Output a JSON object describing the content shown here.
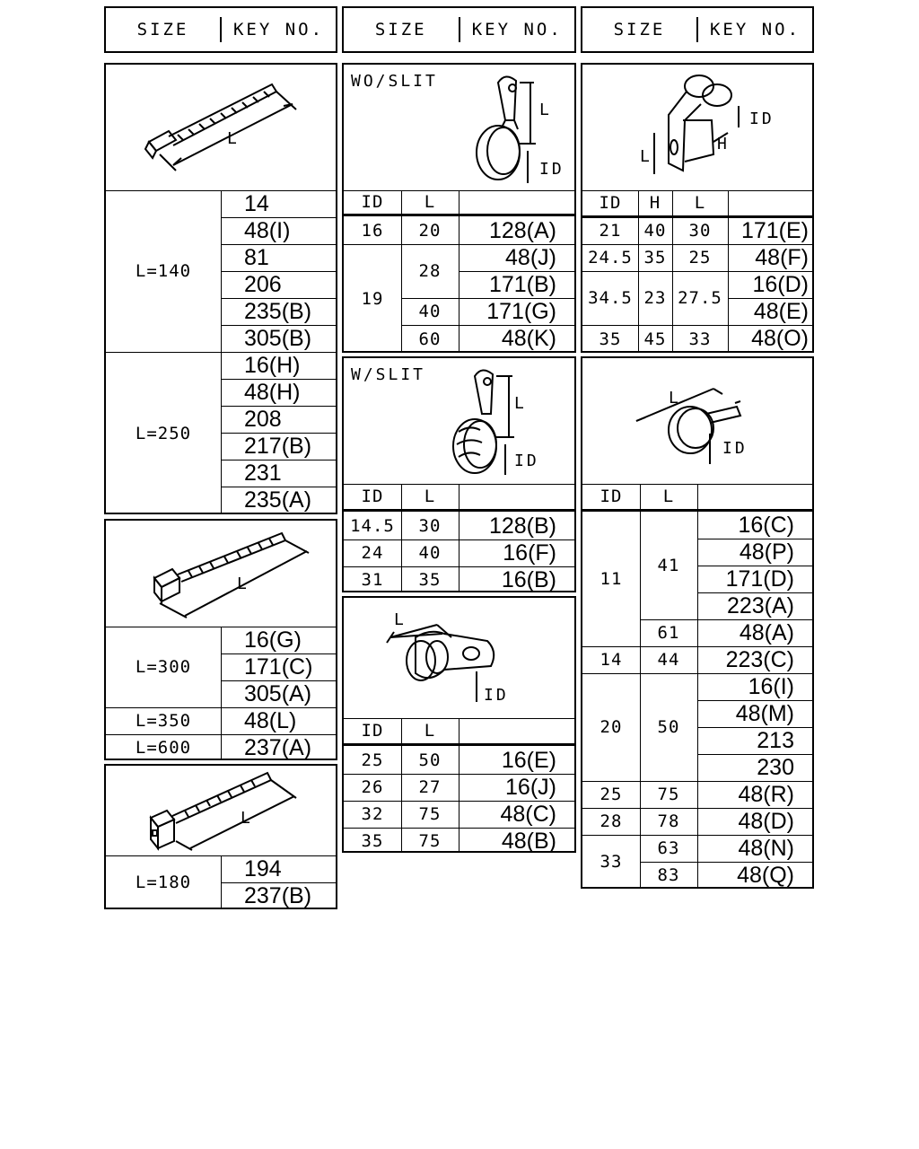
{
  "headers": [
    {
      "size": "SIZE",
      "key": "KEY NO."
    },
    {
      "size": "SIZE",
      "key": "KEY NO."
    },
    {
      "size": "SIZE",
      "key": "KEY NO."
    }
  ],
  "col1": {
    "tie_a": {
      "dim_label": "L",
      "groups": [
        {
          "size": "L=140",
          "keys": [
            "14",
            "48(I)",
            "81",
            "206",
            "235(B)",
            "305(B)"
          ]
        },
        {
          "size": "L=250",
          "keys": [
            "16(H)",
            "48(H)",
            "208",
            "217(B)",
            "231",
            "235(A)"
          ]
        }
      ]
    },
    "tie_b": {
      "dim_label": "L",
      "groups": [
        {
          "size": "L=300",
          "keys": [
            "16(G)",
            "171(C)",
            "305(A)"
          ]
        },
        {
          "size": "L=350",
          "keys": [
            "48(L)"
          ]
        },
        {
          "size": "L=600",
          "keys": [
            "237(A)"
          ]
        }
      ]
    },
    "tie_c": {
      "dim_label": "L",
      "groups": [
        {
          "size": "L=180",
          "keys": [
            "194",
            "237(B)"
          ]
        }
      ]
    }
  },
  "col2": {
    "wo_slit": {
      "title": "WO/SLIT",
      "dim_l": "L",
      "dim_id": "ID",
      "headers": [
        "ID",
        "L"
      ],
      "rows": [
        {
          "id": "16",
          "l": "20",
          "key": "128(A)"
        },
        {
          "id": "19",
          "l": "28",
          "key": "48(J)"
        },
        {
          "id": "",
          "l": "",
          "key": "171(B)"
        },
        {
          "id": "",
          "l": "40",
          "key": "171(G)"
        },
        {
          "id": "",
          "l": "60",
          "key": "48(K)"
        }
      ]
    },
    "w_slit": {
      "title": "W/SLIT",
      "dim_l": "L",
      "dim_id": "ID",
      "headers": [
        "ID",
        "L"
      ],
      "rows": [
        {
          "id": "14.5",
          "l": "30",
          "key": "128(B)"
        },
        {
          "id": "24",
          "l": "40",
          "key": "16(F)"
        },
        {
          "id": "31",
          "l": "35",
          "key": "16(B)"
        }
      ]
    },
    "loop_clamp": {
      "dim_l": "L",
      "dim_id": "ID",
      "headers": [
        "ID",
        "L"
      ],
      "rows": [
        {
          "id": "25",
          "l": "50",
          "key": "16(E)"
        },
        {
          "id": "26",
          "l": "27",
          "key": "16(J)"
        },
        {
          "id": "32",
          "l": "75",
          "key": "48(C)"
        },
        {
          "id": "35",
          "l": "75",
          "key": "48(B)"
        }
      ]
    }
  },
  "col3": {
    "double_clamp": {
      "dim_l": "L",
      "dim_h": "H",
      "dim_id": "ID",
      "headers": [
        "ID",
        "H",
        "L"
      ],
      "rows": [
        {
          "id": "21",
          "h": "40",
          "l": "30",
          "key": "171(E)"
        },
        {
          "id": "24.5",
          "h": "35",
          "l": "25",
          "key": "48(F)"
        },
        {
          "id": "34.5",
          "h": "23",
          "l": "27.5",
          "key": "16(D)"
        },
        {
          "id": "",
          "h": "",
          "l": "",
          "key": "48(E)"
        },
        {
          "id": "35",
          "h": "45",
          "l": "33",
          "key": "48(O)"
        }
      ]
    },
    "band_clamp": {
      "dim_l": "L",
      "dim_id": "ID",
      "headers": [
        "ID",
        "L"
      ],
      "groups": [
        {
          "id": "11",
          "subs": [
            {
              "l": "41",
              "keys": [
                "16(C)",
                "48(P)",
                "171(D)",
                "223(A)"
              ]
            },
            {
              "l": "61",
              "keys": [
                "48(A)"
              ]
            }
          ]
        },
        {
          "id": "14",
          "subs": [
            {
              "l": "44",
              "keys": [
                "223(C)"
              ]
            }
          ]
        },
        {
          "id": "20",
          "subs": [
            {
              "l": "50",
              "keys": [
                "16(I)",
                "48(M)",
                "213",
                "230"
              ]
            }
          ]
        },
        {
          "id": "25",
          "subs": [
            {
              "l": "75",
              "keys": [
                "48(R)"
              ]
            }
          ]
        },
        {
          "id": "28",
          "subs": [
            {
              "l": "78",
              "keys": [
                "48(D)"
              ]
            }
          ]
        },
        {
          "id": "33",
          "subs": [
            {
              "l": "63",
              "keys": [
                "48(N)"
              ]
            },
            {
              "l": "83",
              "keys": [
                "48(Q)"
              ]
            }
          ]
        }
      ]
    }
  }
}
